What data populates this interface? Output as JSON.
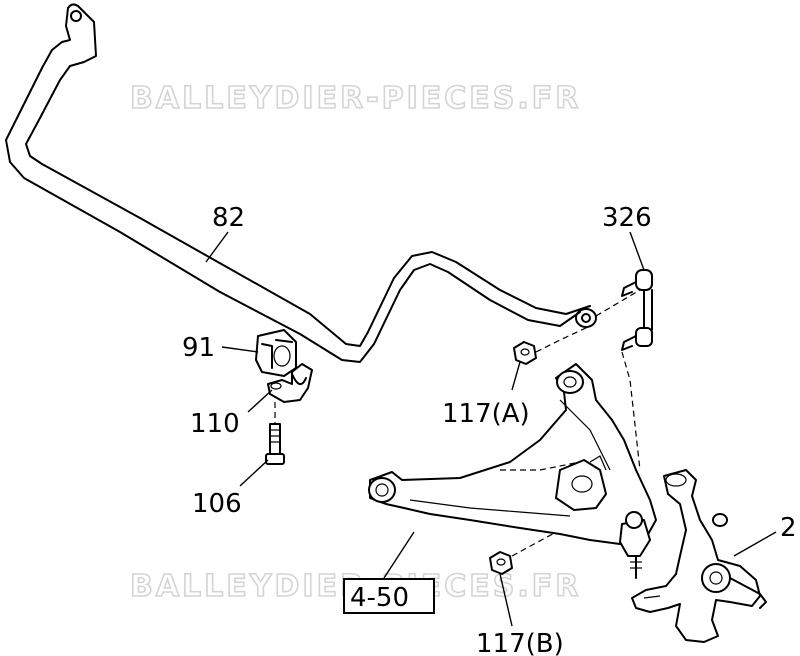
{
  "watermark": {
    "top": "BALLEYDIER-PIECES.FR",
    "bottom": "BALLEYDIER-PIECES.FR"
  },
  "callouts": {
    "stabilizer_bar": "82",
    "link": "326",
    "bushing": "91",
    "bracket": "110",
    "bolt": "106",
    "nut_a": "117(A)",
    "nut_b": "117(B)",
    "knuckle": "2",
    "lower_arm_ref": "4-50"
  }
}
